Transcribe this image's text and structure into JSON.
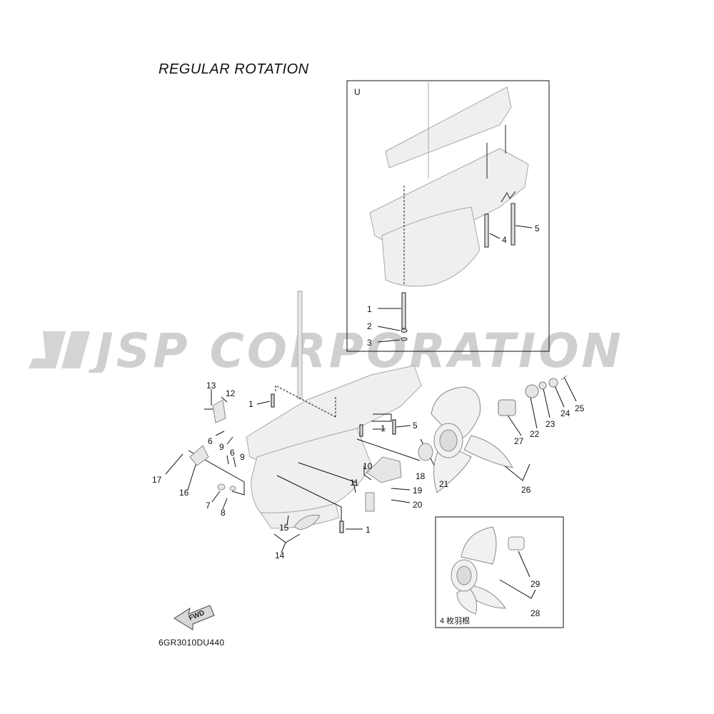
{
  "title": "REGULAR ROTATION",
  "diagram_code": "6GR3010DU440",
  "watermark_text": "JSP CORPORATION",
  "insets": {
    "upper": {
      "label": "U"
    },
    "lower": {
      "label": "4 枚羽根"
    }
  },
  "fwd_label": "FWD",
  "callouts": {
    "u1": "1",
    "u2": "2",
    "u3": "3",
    "u4": "4",
    "u5": "5",
    "n1a": "1",
    "n1b": "1",
    "n1c": "1",
    "n5": "5",
    "n6a": "6",
    "n6b": "6",
    "n7": "7",
    "n8": "8",
    "n9a": "9",
    "n9b": "9",
    "n10": "10",
    "n11": "11",
    "n12": "12",
    "n13": "13",
    "n14": "14",
    "n15": "15",
    "n16": "16",
    "n17": "17",
    "n18": "18",
    "n19": "19",
    "n20": "20",
    "n21": "21",
    "n22": "22",
    "n23": "23",
    "n24": "24",
    "n25": "25",
    "n26": "26",
    "n27": "27",
    "n28": "28",
    "n29": "29"
  },
  "colors": {
    "line": "#111111",
    "part_fill": "#ececec",
    "part_stroke": "#9a9a9a",
    "watermark": "#cfcfcf"
  }
}
